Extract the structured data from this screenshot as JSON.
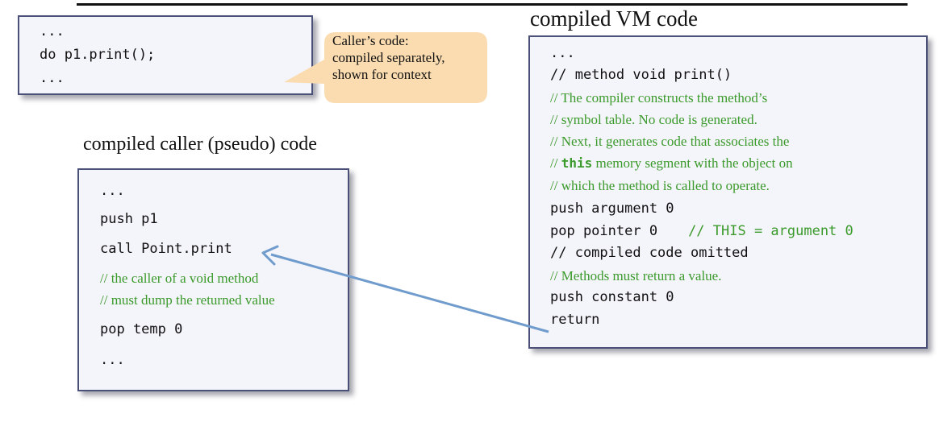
{
  "caller_code": {
    "lines": [
      "...",
      "do p1.print();",
      "..."
    ]
  },
  "callout": {
    "lines": [
      "Caller’s code:",
      "compiled separately,",
      "shown for context"
    ]
  },
  "compiled_caller": {
    "heading": "compiled caller (pseudo) code",
    "lines": [
      "...",
      "push p1",
      "call Point.print"
    ],
    "comments": [
      "// the caller of a void method",
      "// must dump the returned value"
    ],
    "after": [
      "pop temp 0",
      "..."
    ]
  },
  "vm_code": {
    "heading": "compiled VM code",
    "line_dots": "...",
    "line_method": "// method void print()",
    "comment_1": "// The compiler constructs the method’s",
    "comment_2": "// symbol table. No code is generated.",
    "comment_3": "// Next, it generates code that associates the",
    "comment_4_pre": "// ",
    "comment_4_kw": "this",
    "comment_4_post": " memory segment with the object on",
    "comment_5": "// which the method is called to operate.",
    "line_push_arg": "push argument 0",
    "line_pop_ptr": "pop pointer 0",
    "line_pop_ptr_comment": "// THIS = argument 0",
    "line_omitted": "// compiled code omitted",
    "comment_return": "// Methods must return a value.",
    "line_push_const": "push constant 0",
    "line_return": "return"
  },
  "colors": {
    "comment": "#3a9a2a",
    "box_border": "#4a5078",
    "callout_fill": "#fbdcb0",
    "arrow": "#6f9ccc"
  }
}
